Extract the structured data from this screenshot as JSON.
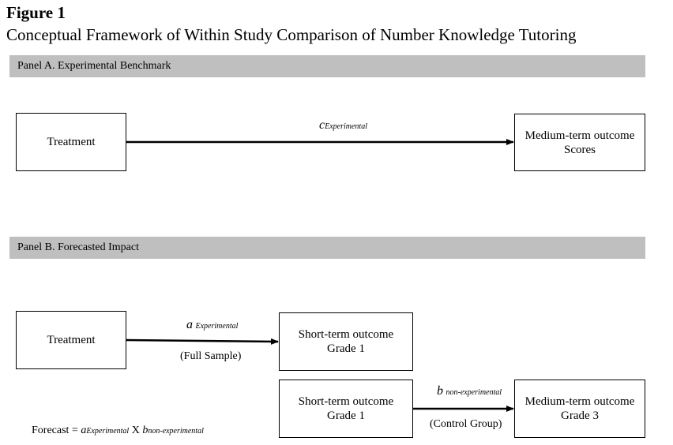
{
  "figure": {
    "label": "Figure 1",
    "title": "Conceptual Framework of Within Study Comparison of Number Knowledge Tutoring"
  },
  "panel_a": {
    "header": "Panel A. Experimental Benchmark",
    "treatment_box": "Treatment",
    "outcome_box_line1": "Medium-term outcome",
    "outcome_box_line2": "Scores",
    "arrow_label_main": "c",
    "arrow_label_sub": "Experimental"
  },
  "panel_b": {
    "header": "Panel B. Forecasted Impact",
    "treatment_box": "Treatment",
    "short_box1_line1": "Short-term outcome",
    "short_box1_line2": "Grade 1",
    "short_box2_line1": "Short-term outcome",
    "short_box2_line2": "Grade 1",
    "medium_box_line1": "Medium-term outcome",
    "medium_box_line2": "Grade 3",
    "arrow_a_main": "a",
    "arrow_a_sub": "Experimental",
    "arrow_a_note": "(Full Sample)",
    "arrow_b_main": "b",
    "arrow_b_sub": "non-experimental",
    "arrow_b_note": "(Control Group)",
    "forecast_prefix": "Forecast = ",
    "forecast_a": "a",
    "forecast_a_sub": "Experimental",
    "forecast_x": " X ",
    "forecast_b": "b",
    "forecast_b_sub": "non-experimental"
  }
}
